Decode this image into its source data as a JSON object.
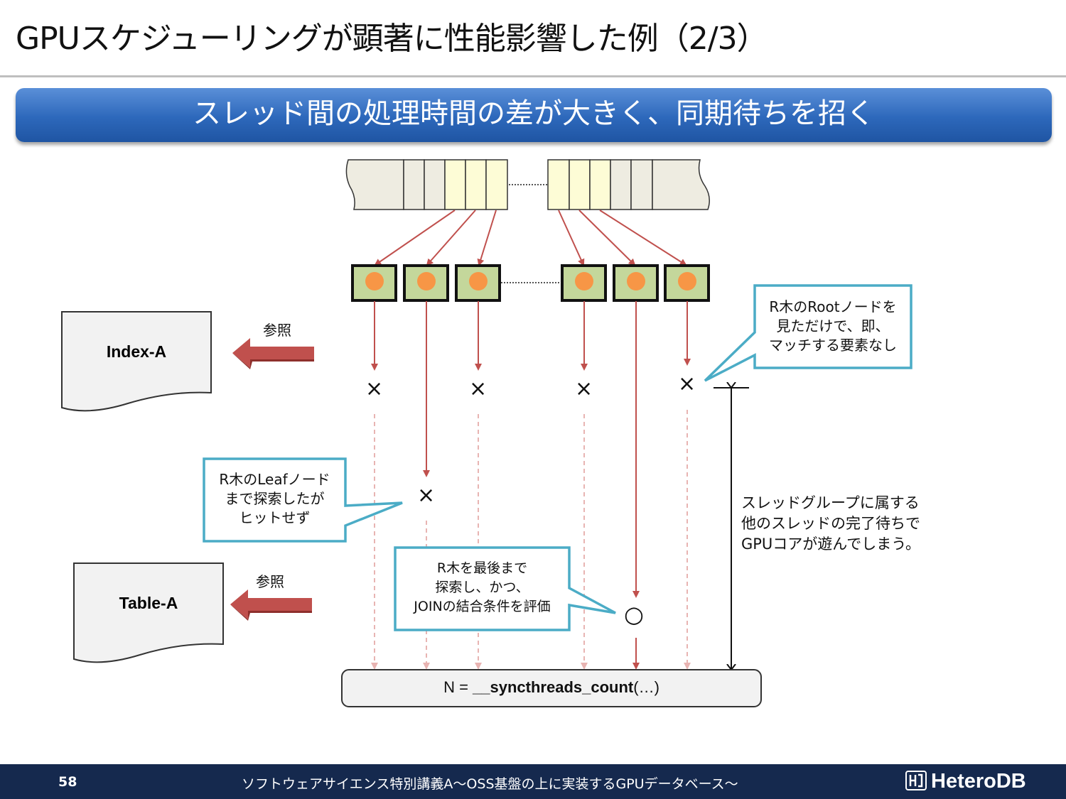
{
  "slide": {
    "title": "GPUスケジューリングが顕著に性能影響した例（2/3）",
    "banner": "スレッド間の処理時間の差が大きく、同期待ちを招く"
  },
  "diagram": {
    "index_label": "Index-A",
    "table_label": "Table-A",
    "ref_label_1": "参照",
    "ref_label_2": "参照",
    "marks": {
      "miss": "×",
      "hit": "○"
    },
    "sync_box": {
      "prefix": "N = ",
      "func": "__syncthreads_count",
      "suffix": "(…)"
    },
    "callouts": {
      "root": [
        "R木のRootノードを",
        "見ただけで、即、",
        "マッチする要素なし"
      ],
      "leaf": [
        "R木のLeafノード",
        "まで探索したが",
        "ヒットせず"
      ],
      "join": [
        "R木を最後まで",
        "探索し、かつ、",
        "JOINの結合条件を評価"
      ]
    },
    "wait_note": [
      "スレッドグループに属する",
      "他のスレッドの完了待ちで",
      "GPUコアが遊んでしまう。"
    ],
    "colors": {
      "arrow": "#c0504d",
      "callout_border": "#4bacc6",
      "core_fill": "#c4d79b",
      "core_dot": "#f79646",
      "cell_highlight": "#fdfcd6",
      "cell_plain": "#eeece1",
      "banner": "#2d68bb"
    }
  },
  "footer": {
    "page_number": "58",
    "text": "ソフトウェアサイエンス特別講義A～OSS基盤の上に実装するGPUデータベース～",
    "logo": "HeteroDB"
  }
}
